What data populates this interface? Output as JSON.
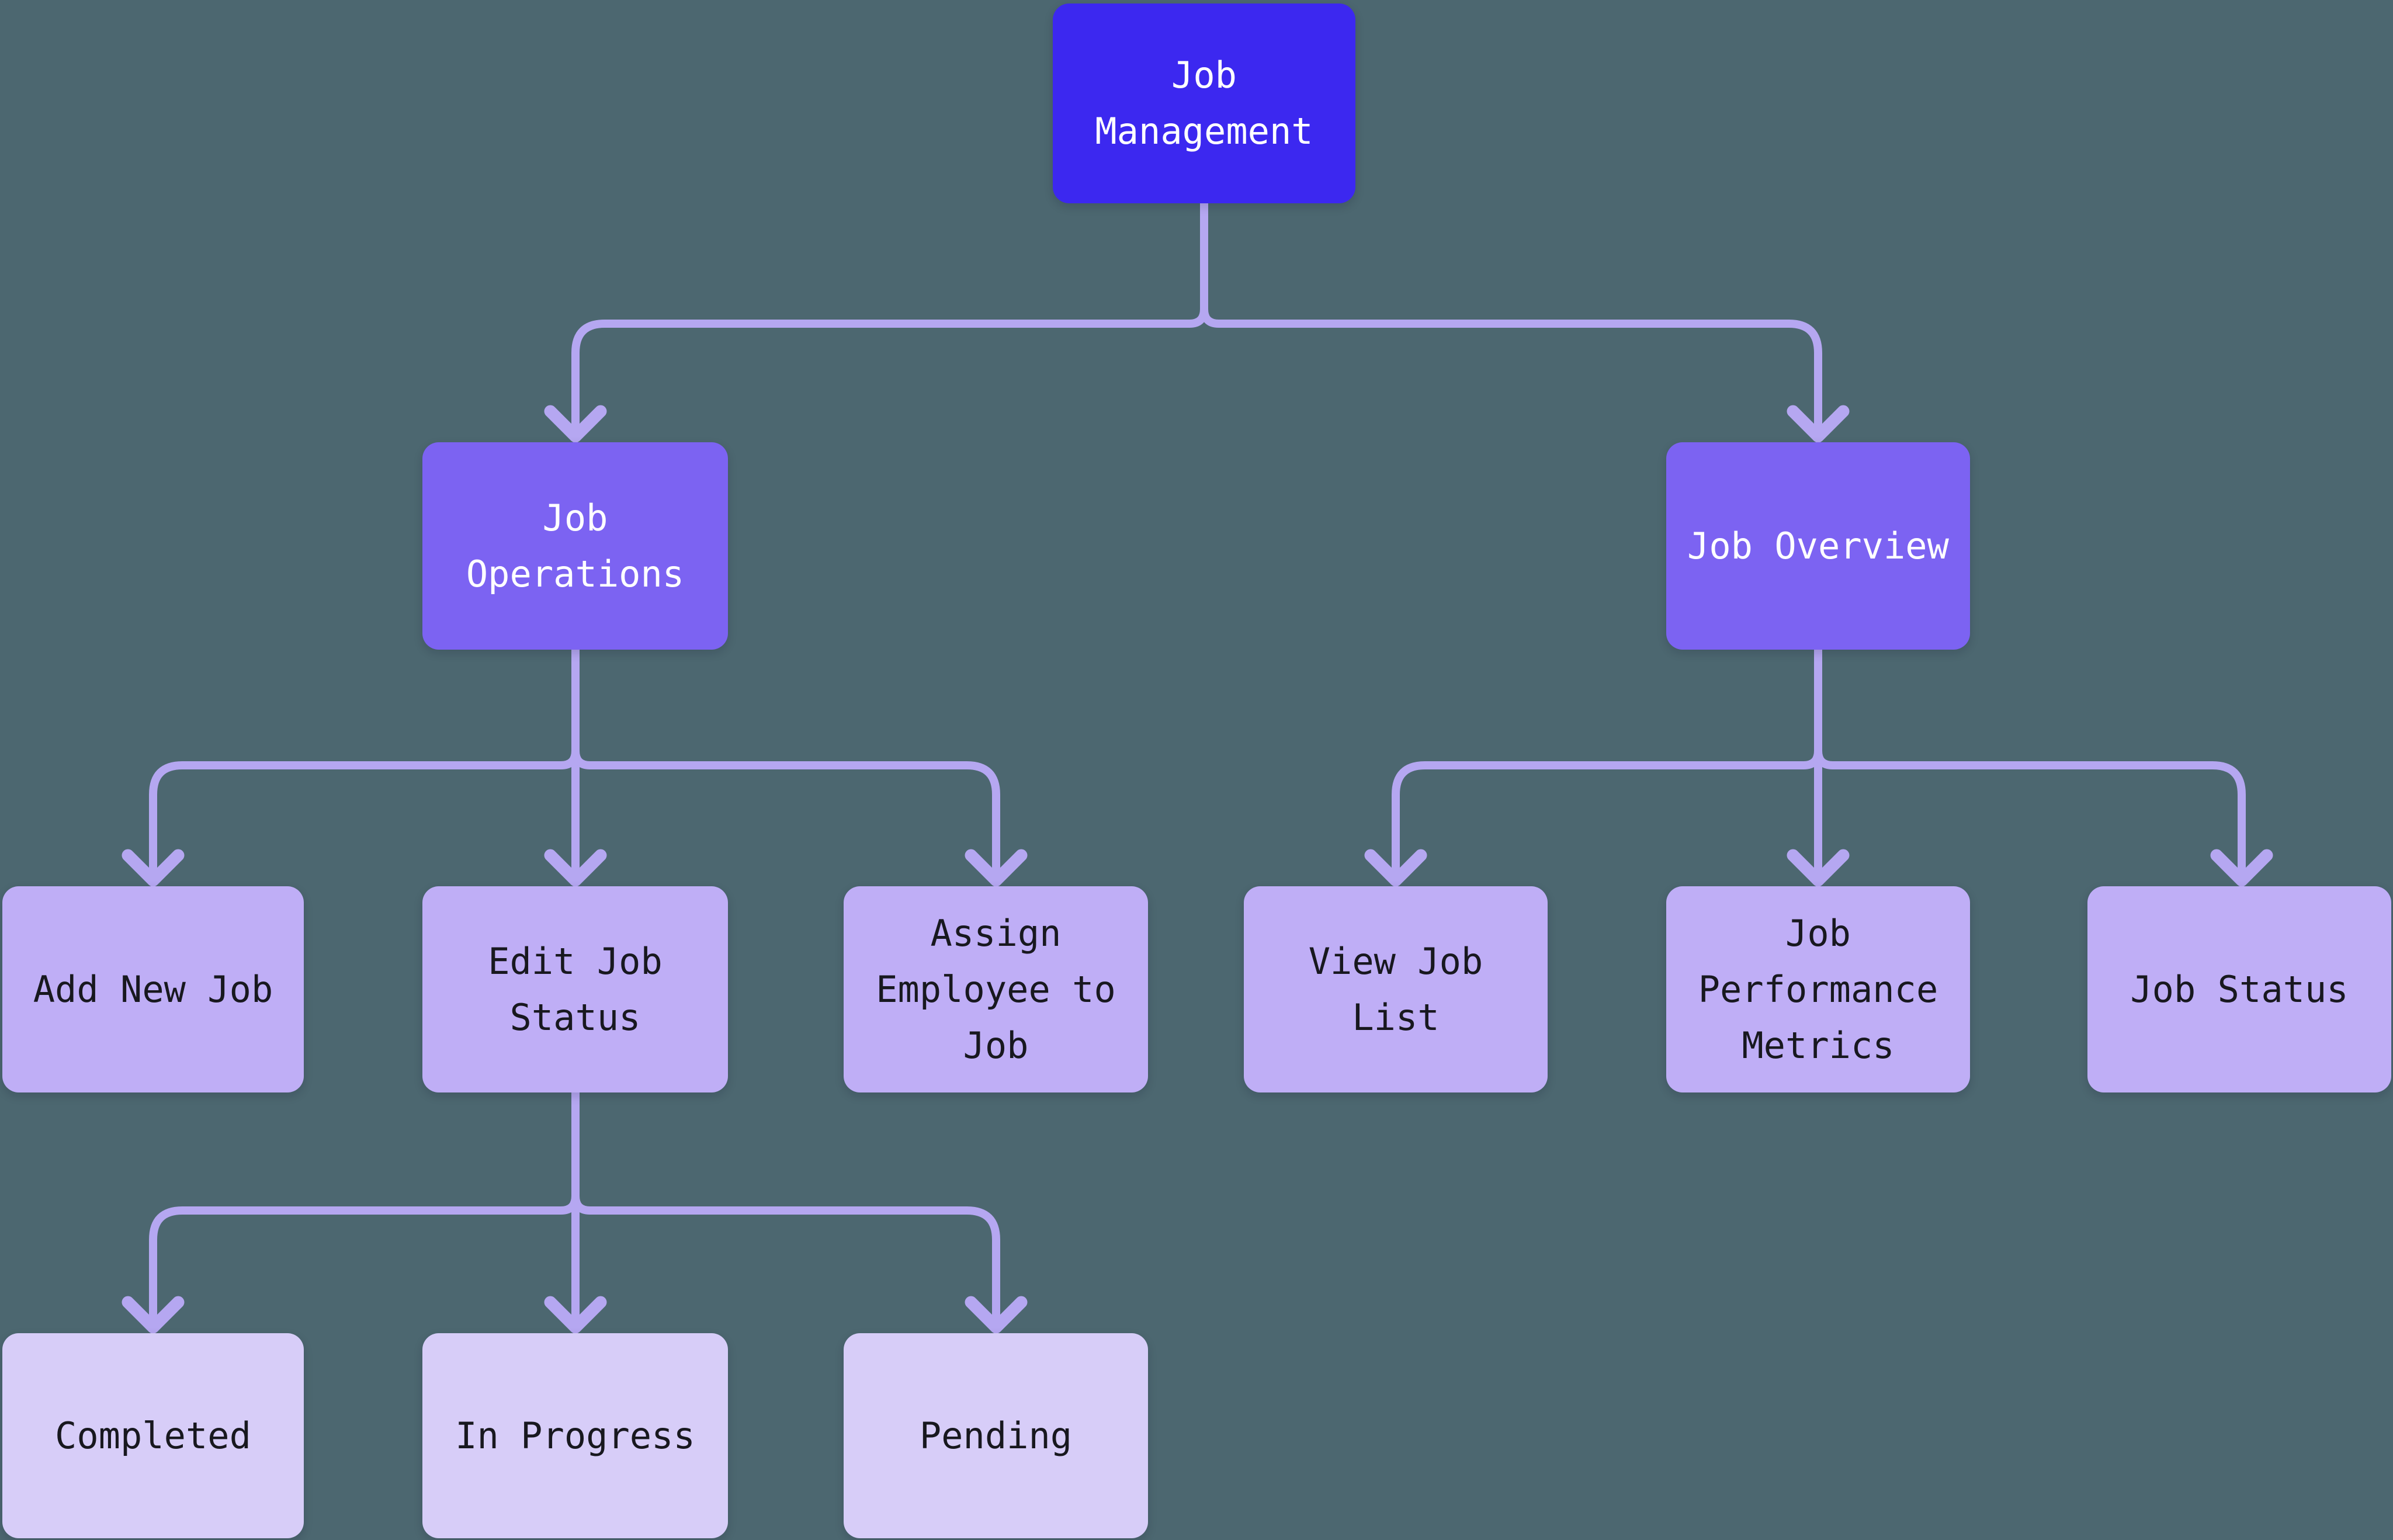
{
  "colors": {
    "background": "#4c6770",
    "connector": "#b5a7f1",
    "node_root_bg": "#3c28f0",
    "node_branch_bg": "#7c63f2",
    "node_leaf_bg": "#bfaef6",
    "node_sub_bg": "#d7cdf8",
    "text_light": "#ffffff",
    "text_dark": "#18181f"
  },
  "nodes": {
    "job_management": {
      "label": "Job Management"
    },
    "job_operations": {
      "label": "Job Operations"
    },
    "job_overview": {
      "label": "Job Overview"
    },
    "add_new_job": {
      "label": "Add New Job"
    },
    "edit_job_status": {
      "label": "Edit Job Status"
    },
    "assign_employee_to_job": {
      "label": "Assign Employee to Job"
    },
    "view_job_list": {
      "label": "View Job List"
    },
    "job_performance_metrics": {
      "label": "Job Performance Metrics"
    },
    "job_status": {
      "label": "Job Status"
    },
    "completed": {
      "label": "Completed"
    },
    "in_progress": {
      "label": "In Progress"
    },
    "pending": {
      "label": "Pending"
    }
  },
  "edges": [
    {
      "from": "job_management",
      "to": "job_operations"
    },
    {
      "from": "job_management",
      "to": "job_overview"
    },
    {
      "from": "job_operations",
      "to": "add_new_job"
    },
    {
      "from": "job_operations",
      "to": "edit_job_status"
    },
    {
      "from": "job_operations",
      "to": "assign_employee_to_job"
    },
    {
      "from": "job_overview",
      "to": "view_job_list"
    },
    {
      "from": "job_overview",
      "to": "job_performance_metrics"
    },
    {
      "from": "job_overview",
      "to": "job_status"
    },
    {
      "from": "edit_job_status",
      "to": "completed"
    },
    {
      "from": "edit_job_status",
      "to": "in_progress"
    },
    {
      "from": "edit_job_status",
      "to": "pending"
    }
  ]
}
